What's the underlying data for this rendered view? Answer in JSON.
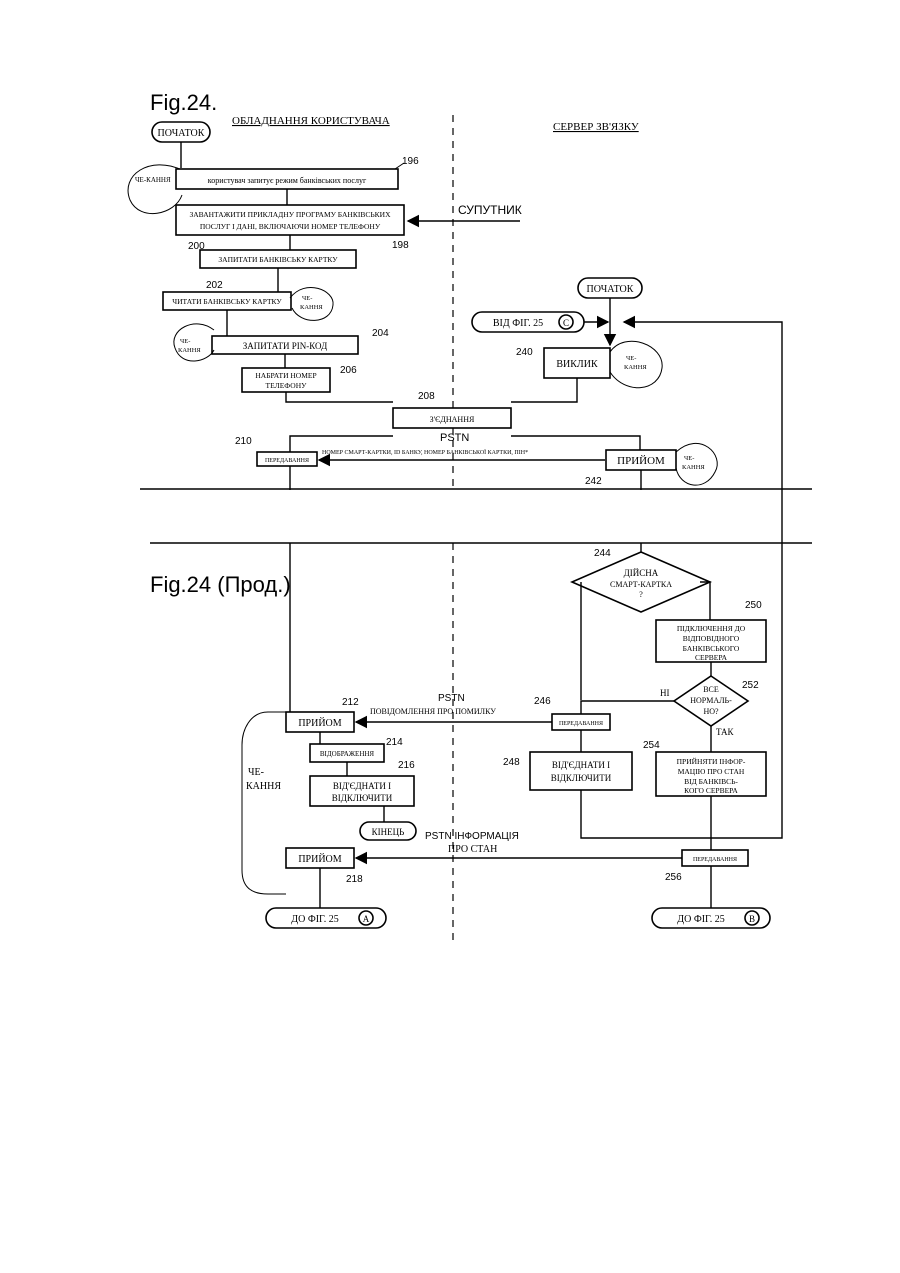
{
  "top": {
    "fig_title": "Fig.24.",
    "col_left": "ОБЛАДНАННЯ КОРИСТУВАЧА",
    "col_right": "СЕРВЕР ЗВ'ЯЗКУ",
    "start": "ПОЧАТОК",
    "wait": "ЧЕ-КАННЯ",
    "step196": "користувач запитує режим банківських послуг",
    "ref196": "196",
    "step198_l1": "ЗАВАНТАЖИТИ ПРИКЛАДНУ ПРОГРАМУ БАНКІВСЬКИХ",
    "step198_l2": "ПОСЛУГ І ДАНІ, ВКЛЮЧАЮЧИ НОМЕР ТЕЛЕФОНУ",
    "ref198": "198",
    "satellite": "СУПУТНИК",
    "step200": "ЗАПИТАТИ БАНКІВСЬКУ КАРТКУ",
    "ref200": "200",
    "step202": "ЧИТАТИ БАНКІВСЬКУ КАРТКУ",
    "ref202": "202",
    "step204": "ЗАПИТАТИ PIN-КОД",
    "ref204": "204",
    "step206_l1": "НАБРАТИ НОМЕР",
    "step206_l2": "ТЕЛЕФОНУ",
    "ref206": "206",
    "connect": "З'ЄДНАННЯ",
    "ref208": "208",
    "pstn": "PSTN",
    "transmit": "ПЕРЕДАВАННЯ",
    "ref210": "210",
    "msg210": "НОМЕР СМАРТ-КАРТКИ, ID БАНКУ, НОМЕР БАНКІВСЬКОЇ КАРТКИ, ПІН*",
    "server_start": "ПОЧАТОК",
    "from_fig25": "ВІД ФІГ. 25",
    "circle_c": "С",
    "call": "ВИКЛИК",
    "ref240": "240",
    "receive": "ПРИЙОМ",
    "ref242": "242"
  },
  "bottom": {
    "fig_title": "Fig.24 (Прод.)",
    "decision244_l1": "ДІЙСНА",
    "decision244_l2": "СМАРТ-КАРТКА",
    "decision244_l3": "?",
    "ref244": "244",
    "step250_l1": "ПІДКЛЮЧЕННЯ ДО",
    "step250_l2": "ВІДПОВІДНОГО",
    "step250_l3": "БАНКІВСЬКОГО",
    "step250_l4": "СЕРВЕРА",
    "ref250": "250",
    "decision252_l1": "ВСЕ",
    "decision252_l2": "НОРМАЛЬ-",
    "decision252_l3": "НО?",
    "ref252": "252",
    "no": "НІ",
    "yes": "ТАК",
    "transmit246": "ПЕРЕДАВАННЯ",
    "ref246": "246",
    "pstn1": "PSTN",
    "err_msg": "ПОВІДОМЛЕННЯ ПРО ПОМИЛКУ",
    "receive212": "ПРИЙОМ",
    "ref212": "212",
    "display214": "ВІДОБРАЖЕННЯ",
    "ref214": "214",
    "disc216_l1": "ВІД'ЄДНАТИ І",
    "disc216_l2": "ВІДКЛЮЧИТИ",
    "ref216": "216",
    "disc248_l1": "ВІД'ЄДНАТИ І",
    "disc248_l2": "ВІДКЛЮЧИТИ",
    "ref248": "248",
    "step254_l1": "ПРИЙНЯТИ ІНФОР-",
    "step254_l2": "МАЦІЮ ПРО СТАН",
    "step254_l3": "ВІД БАНКІВСЬ-",
    "step254_l4": "КОГО СЕРВЕРА",
    "ref254": "254",
    "end": "КІНЕЦЬ",
    "pstn_info_l1": "PSTN ІНФОРМАЦІЯ",
    "pstn_info_l2": "ПРО СТАН",
    "wait_l1": "ЧЕ-",
    "wait_l2": "КАННЯ",
    "receive218": "ПРИЙОМ",
    "ref218": "218",
    "transmit256": "ПЕРЕДАВАННЯ",
    "ref256": "256",
    "to_fig25_a": "ДО ФІГ. 25",
    "circle_a": "А",
    "to_fig25_b": "ДО ФІГ. 25",
    "circle_b": "В"
  }
}
